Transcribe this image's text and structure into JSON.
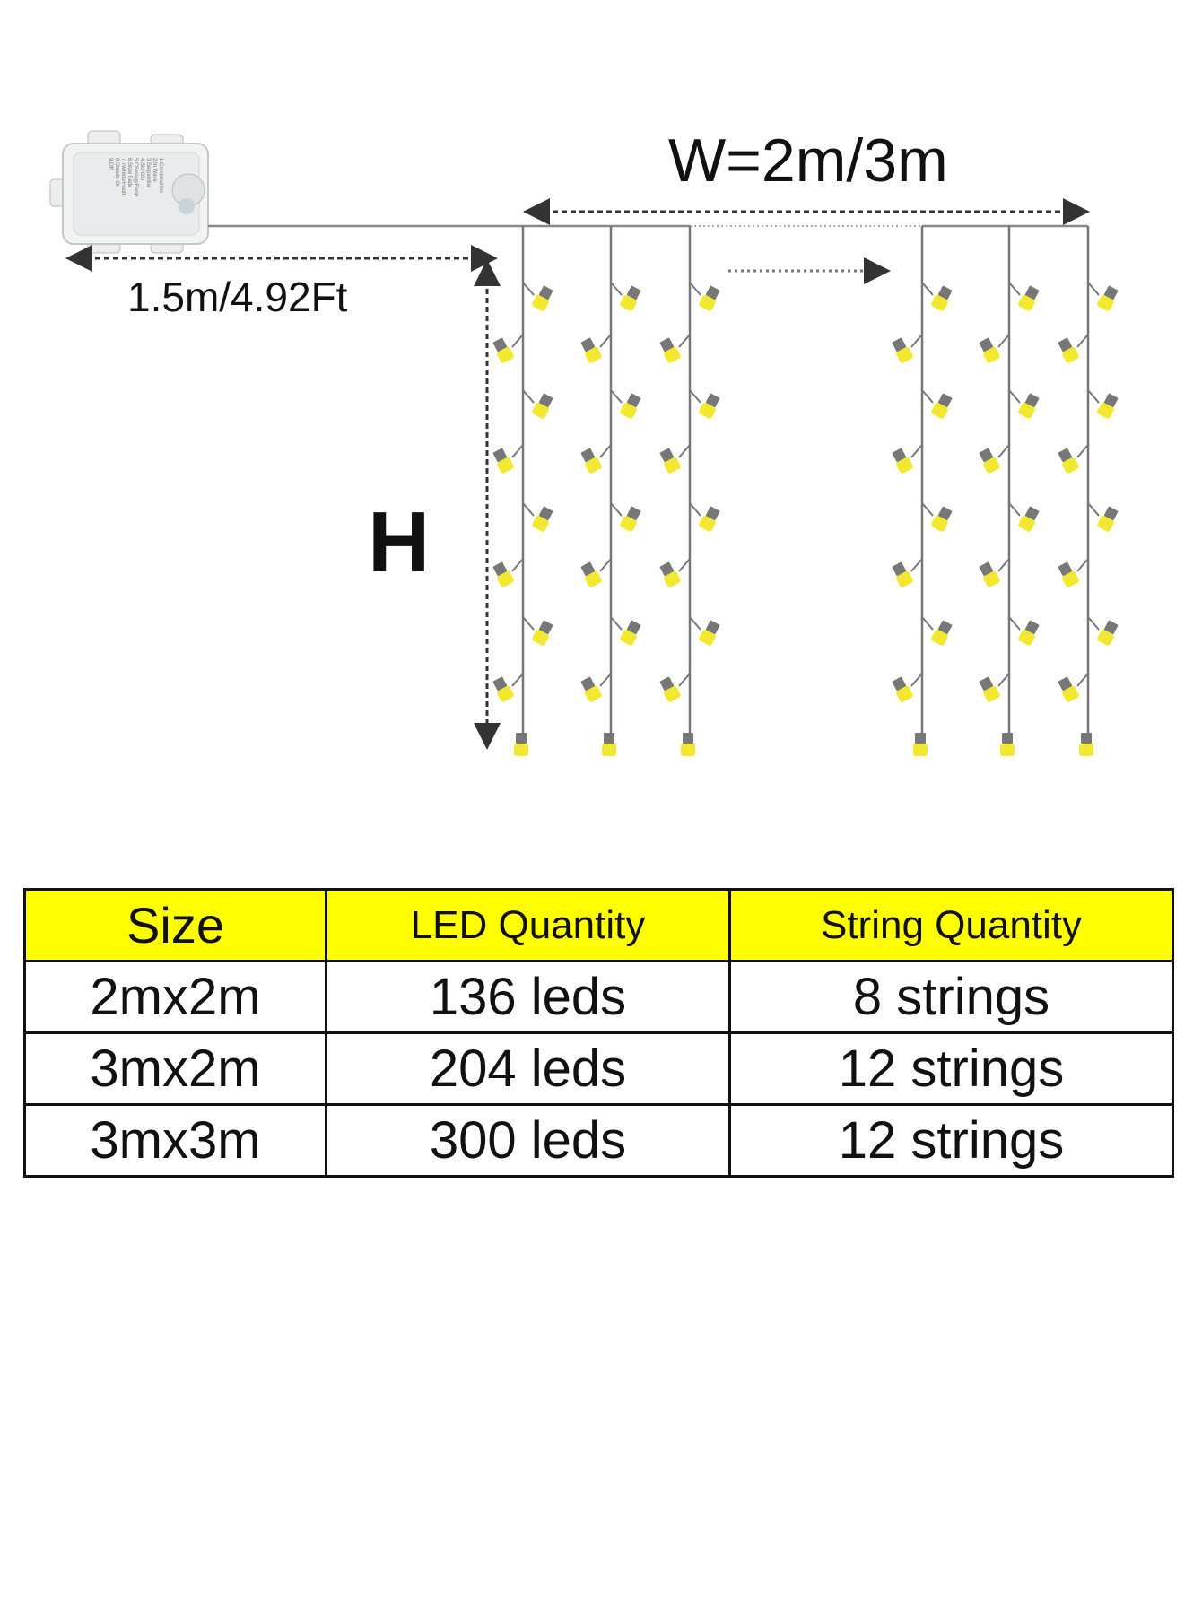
{
  "labels": {
    "width": "W=2m/3m",
    "cable": "1.5m/4.92Ft",
    "height": "H"
  },
  "battery_box": {
    "label_lines": [
      "1.Combination",
      "2.In Wave",
      "3.Sequential",
      "4.Slo-Glo",
      "5.Chasing/Flash",
      "6.Slow Fade",
      "7.Twinkle/Flash",
      "8.Steady On",
      "9.Off"
    ]
  },
  "table": {
    "headers": [
      "Size",
      "LED Quantity",
      "String Quantity"
    ],
    "rows": [
      [
        "2mx2m",
        "136 leds",
        "8 strings"
      ],
      [
        "3mx2m",
        "204 leds",
        "12 strings"
      ],
      [
        "3mx3m",
        "300 leds",
        "12 strings"
      ]
    ]
  },
  "colors": {
    "led": "#f2e830",
    "led_socket": "#777777",
    "wire": "#777777",
    "header_bg": "#ffff00"
  }
}
